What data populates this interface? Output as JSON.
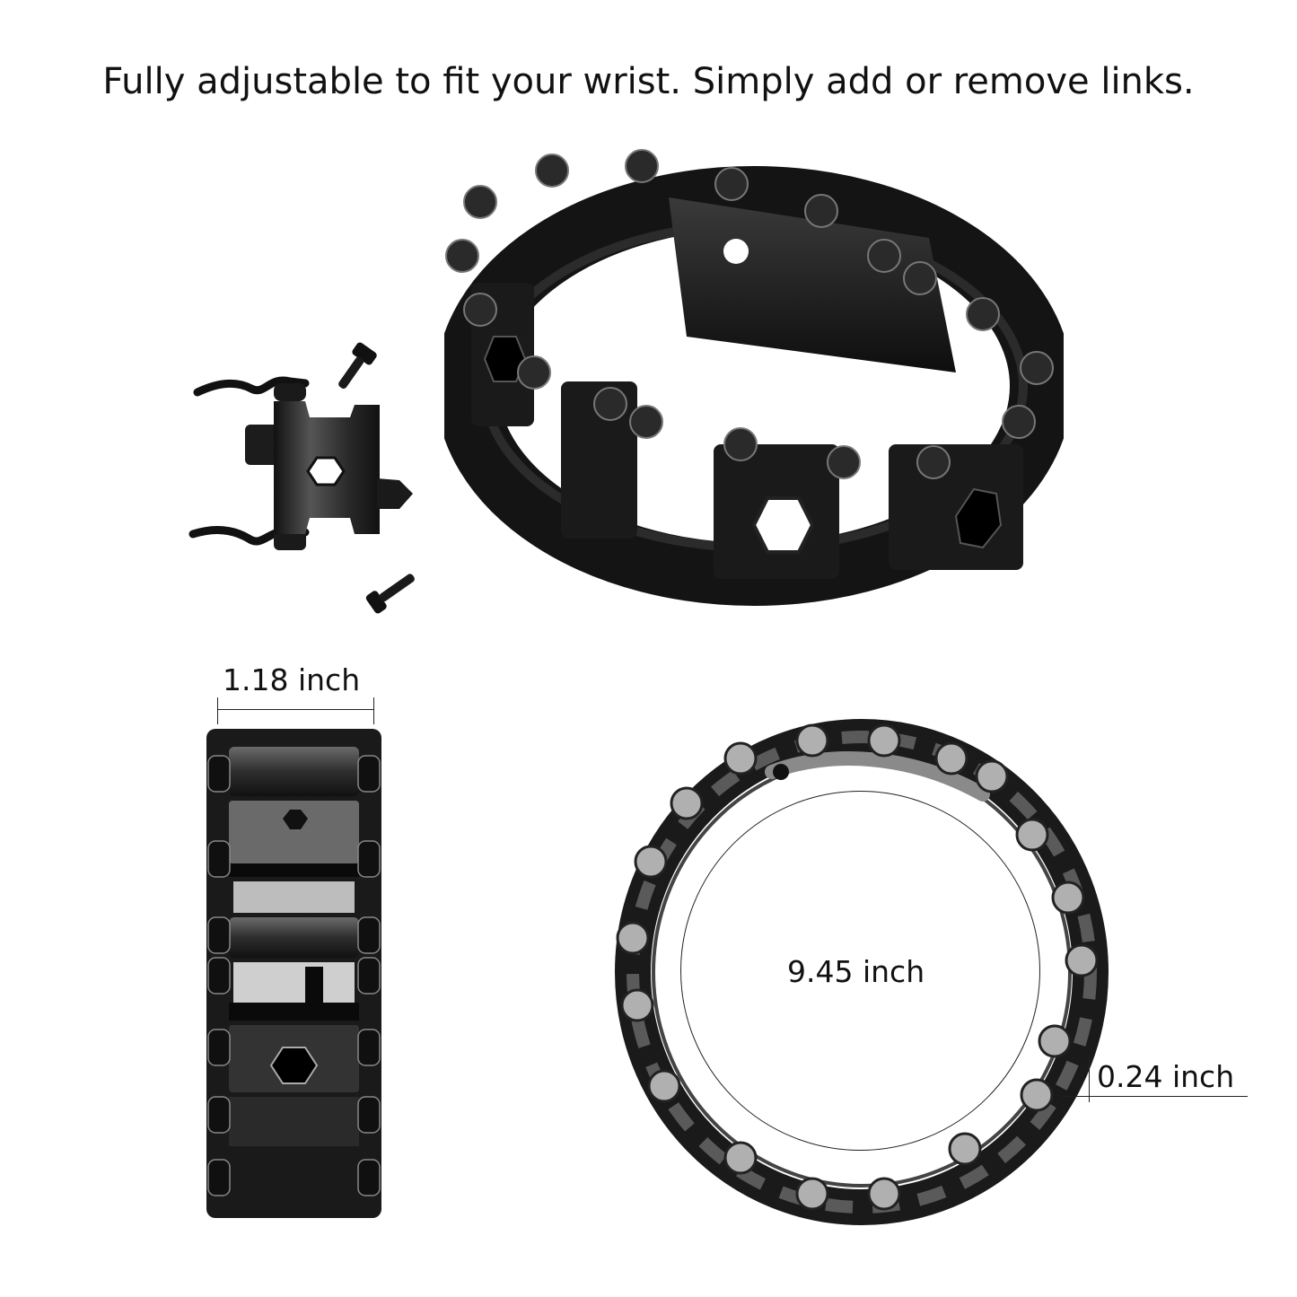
{
  "headline": "Fully adjustable to fit your wrist. Simply add or remove links.",
  "images": {
    "detached_link": {
      "label": "single-link-with-screws",
      "screw_count": 2
    },
    "bracelet_angled": {
      "label": "bracelet-angled-view"
    },
    "bracelet_front": {
      "label": "bracelet-front-view"
    },
    "bracelet_top": {
      "label": "bracelet-top-view"
    }
  },
  "dimensions": {
    "width": "1.18 inch",
    "circumference": "9.45 inch",
    "thickness": "0.24 inch"
  },
  "colors": {
    "background": "#ffffff",
    "metal_dark": "#141414",
    "metal_mid": "#3a3a3a",
    "metal_light": "#8a8a8a",
    "screw_face": "#b0b0b0",
    "text": "#111111"
  }
}
